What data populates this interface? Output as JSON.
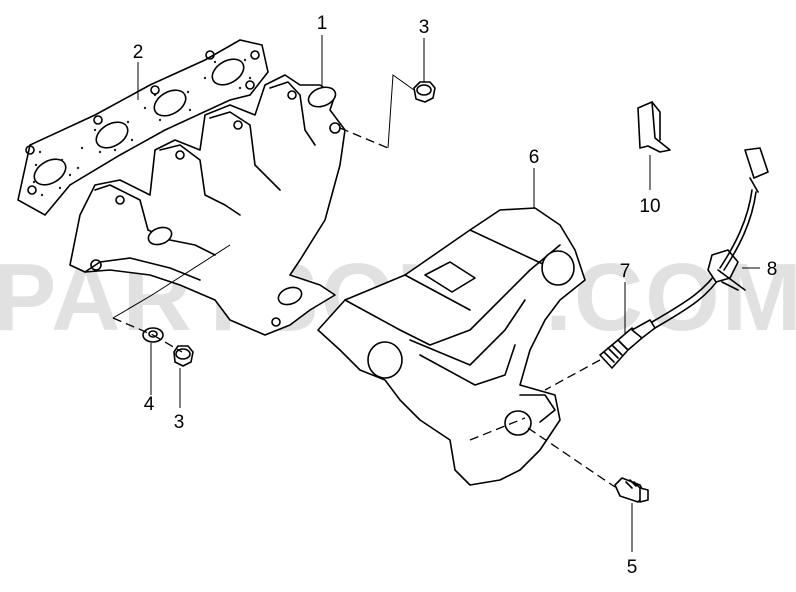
{
  "watermark": "PARTSOUQ.COM",
  "callouts": {
    "manifold": "1",
    "gasket": "2",
    "nut_top": "3",
    "nut_bottom": "3",
    "washer": "4",
    "bolt": "5",
    "heat_shield": "6",
    "oxygen_sensor": "7",
    "clip": "8",
    "bracket": "10"
  }
}
